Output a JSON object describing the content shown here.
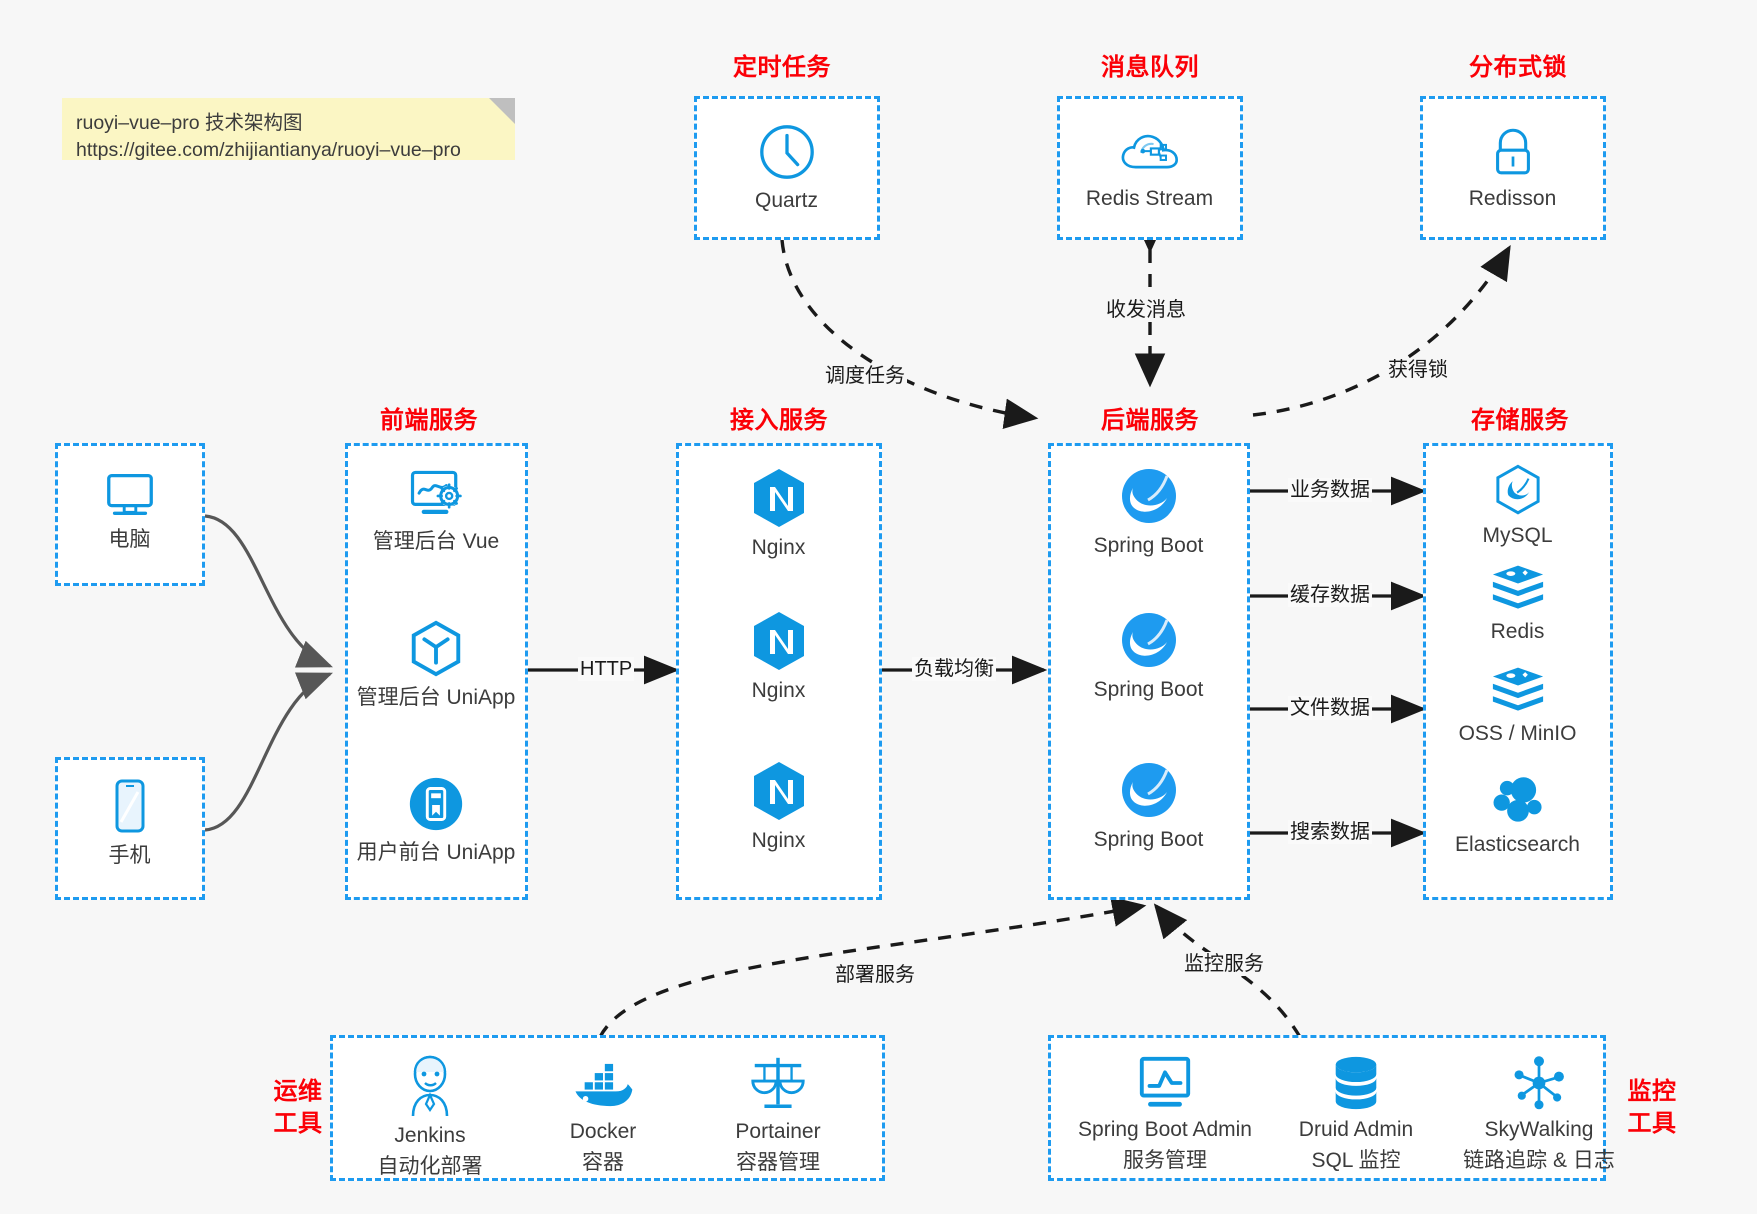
{
  "note": {
    "line1": "ruoyi–vue–pro 技术架构图",
    "line2": "https://gitee.com/zhijiantianya/ruoyi–vue–pro"
  },
  "colors": {
    "accent_blue": "#1e9bf0",
    "icon_blue": "#0e97e0",
    "title_red": "#fb0007",
    "text_dark": "#3c3c3c",
    "background": "#f7f7f7",
    "note_yellow": "#fbf6c4"
  },
  "groups": {
    "scheduled_task": {
      "title": "定时任务",
      "items": [
        {
          "label": "Quartz",
          "icon": "clock-icon"
        }
      ]
    },
    "message_queue": {
      "title": "消息队列",
      "items": [
        {
          "label": "Redis Stream",
          "icon": "cloud-stream-icon"
        }
      ]
    },
    "distributed_lock": {
      "title": "分布式锁",
      "items": [
        {
          "label": "Redisson",
          "icon": "lock-icon"
        }
      ]
    },
    "clients": {
      "items": [
        {
          "label": "电脑",
          "icon": "desktop-monitor-icon"
        },
        {
          "label": "手机",
          "icon": "mobile-phone-icon"
        }
      ]
    },
    "frontend": {
      "title": "前端服务",
      "items": [
        {
          "label": "管理后台 Vue",
          "icon": "dashboard-gear-icon"
        },
        {
          "label": "管理后台 UniApp",
          "icon": "hexagon-cube-icon"
        },
        {
          "label": "用户前台 UniApp",
          "icon": "mobile-app-icon"
        }
      ]
    },
    "gateway": {
      "title": "接入服务",
      "items": [
        {
          "label": "Nginx",
          "icon": "nginx-icon"
        },
        {
          "label": "Nginx",
          "icon": "nginx-icon"
        },
        {
          "label": "Nginx",
          "icon": "nginx-icon"
        }
      ]
    },
    "backend": {
      "title": "后端服务",
      "items": [
        {
          "label": "Spring Boot",
          "icon": "spring-boot-icon"
        },
        {
          "label": "Spring Boot",
          "icon": "spring-boot-icon"
        },
        {
          "label": "Spring Boot",
          "icon": "spring-boot-icon"
        }
      ]
    },
    "storage": {
      "title": "存储服务",
      "items": [
        {
          "label": "MySQL",
          "icon": "mysql-dolphin-icon"
        },
        {
          "label": "Redis",
          "icon": "redis-stack-icon"
        },
        {
          "label": "OSS / MinIO",
          "icon": "redis-stack-icon"
        },
        {
          "label": "Elasticsearch",
          "icon": "elasticsearch-icon"
        }
      ]
    },
    "devops": {
      "title_line1": "运维",
      "title_line2": "工具",
      "items": [
        {
          "label": "Jenkins",
          "sub": "自动化部署",
          "icon": "jenkins-butler-icon"
        },
        {
          "label": "Docker",
          "sub": "容器",
          "icon": "docker-whale-icon"
        },
        {
          "label": "Portainer",
          "sub": "容器管理",
          "icon": "scales-balance-icon"
        }
      ]
    },
    "monitoring": {
      "title_line1": "监控",
      "title_line2": "工具",
      "items": [
        {
          "label": "Spring Boot Admin",
          "sub": "服务管理",
          "icon": "monitor-chart-icon"
        },
        {
          "label": "Druid Admin",
          "sub": "SQL 监控",
          "icon": "database-cylinder-icon"
        },
        {
          "label": "SkyWalking",
          "sub": "链路追踪 & 日志",
          "icon": "network-nodes-icon"
        }
      ]
    }
  },
  "edges": [
    {
      "id": "http",
      "label": "HTTP"
    },
    {
      "id": "load-balance",
      "label": "负载均衡"
    },
    {
      "id": "schedule-task",
      "label": "调度任务"
    },
    {
      "id": "send-receive-message",
      "label": "收发消息"
    },
    {
      "id": "acquire-lock",
      "label": "获得锁"
    },
    {
      "id": "business-data",
      "label": "业务数据"
    },
    {
      "id": "cache-data",
      "label": "缓存数据"
    },
    {
      "id": "file-data",
      "label": "文件数据"
    },
    {
      "id": "search-data",
      "label": "搜索数据"
    },
    {
      "id": "deploy-service",
      "label": "部署服务"
    },
    {
      "id": "monitor-service",
      "label": "监控服务"
    }
  ]
}
